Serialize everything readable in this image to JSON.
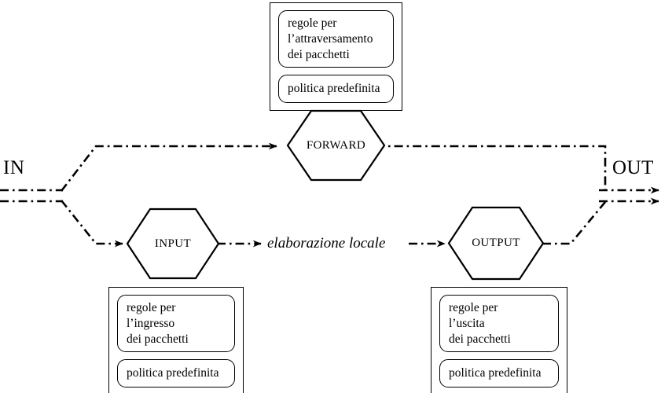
{
  "diagram": {
    "title_in": "IN",
    "title_out": "OUT",
    "local_processing": "elaborazione locale",
    "stroke_color": "#000000",
    "background": "#ffffff"
  },
  "nodes": {
    "forward": {
      "label": "FORWARD"
    },
    "input": {
      "label": "INPUT"
    },
    "output": {
      "label": "OUTPUT"
    }
  },
  "rule_boxes": {
    "forward": {
      "rules_label": "regole per\nl’attraversamento\ndei pacchetti",
      "policy_label": "politica predefinita"
    },
    "input": {
      "rules_label": "regole per\nl’ingresso\ndei pacchetti",
      "policy_label": "politica predefinita"
    },
    "output": {
      "rules_label": "regole per\nl’uscita\ndei pacchetti",
      "policy_label": "politica predefinita"
    }
  }
}
